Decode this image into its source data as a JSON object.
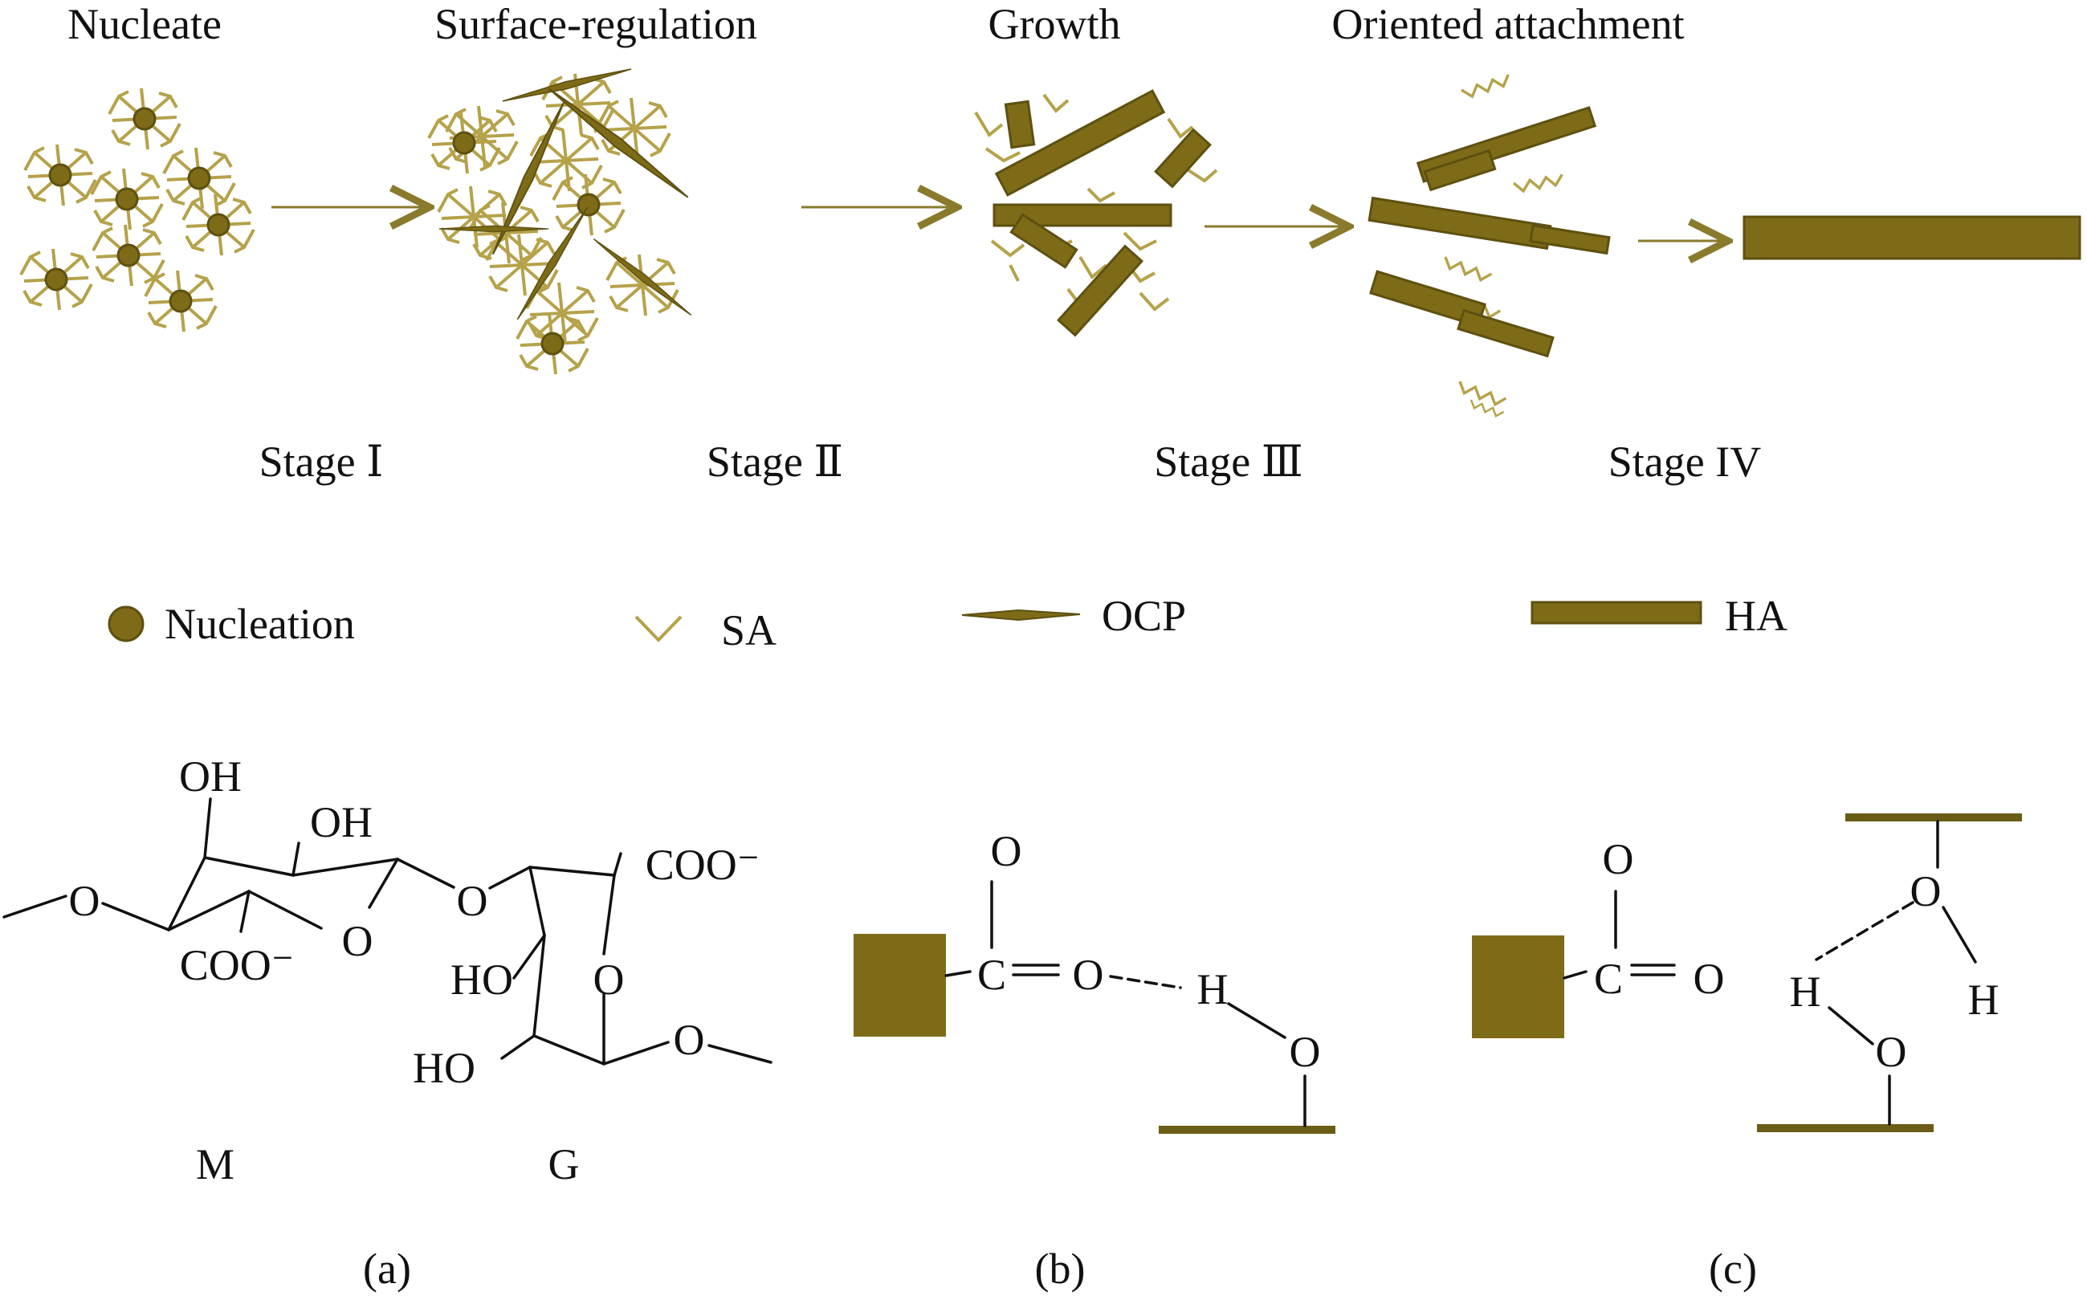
{
  "colors": {
    "crystal": "#7d6b17",
    "crystal_stroke": "#5e5010",
    "sa": "#b5a24a",
    "arrow": "#8a7a2c",
    "ink": "#111111"
  },
  "process": {
    "titles": [
      "Nucleate",
      "Surface-regulation",
      "Growth",
      "Oriented attachment"
    ],
    "stages": [
      "Stage Ⅰ",
      "Stage Ⅱ",
      "Stage Ⅲ",
      "Stage IV"
    ]
  },
  "legend": {
    "nucleation": "Nucleation",
    "sa": "SA",
    "ocp": "OCP",
    "ha": "HA"
  },
  "panel_a": {
    "oh1": "OH",
    "oh2": "OH",
    "coo_top": "COO⁻",
    "coo_bottom": "COO⁻",
    "o_left": "O",
    "o_ring_m": "O",
    "o_bridge": "O",
    "o_ring_g": "O",
    "o_right": "O",
    "ho1": "HO",
    "ho2": "HO",
    "m": "M",
    "g": "G",
    "caption": "(a)"
  },
  "panel_b": {
    "o_top": "O",
    "c": "C",
    "o_mid": "O",
    "h": "H",
    "o_bottom": "O",
    "caption": "(b)"
  },
  "panel_c": {
    "o_top": "O",
    "c": "C",
    "o_right": "O",
    "o_upper": "O",
    "h_right": "H",
    "h_left": "H",
    "o_lower": "O",
    "caption": "(c)"
  }
}
